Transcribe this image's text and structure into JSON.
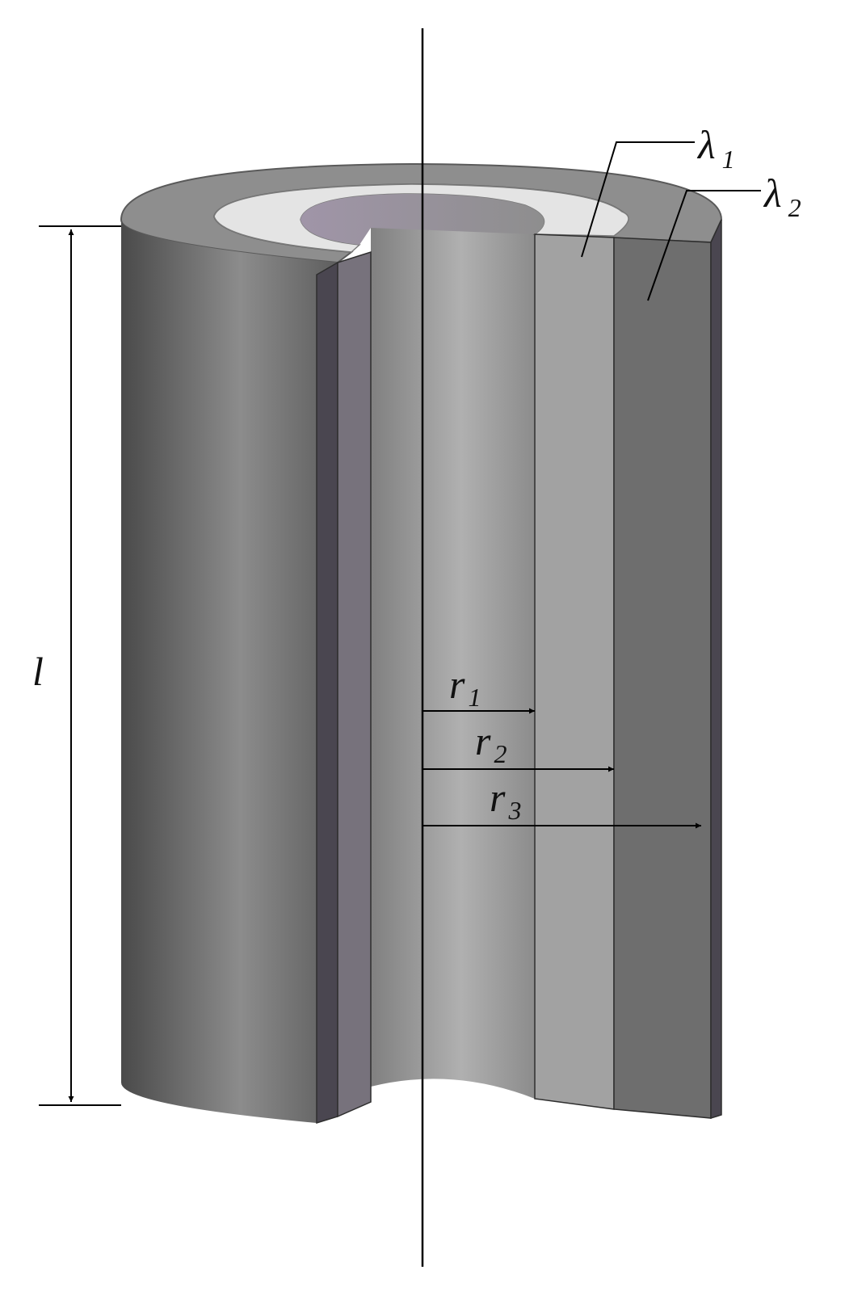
{
  "labels": {
    "length": "l",
    "radius_1": {
      "base": "r",
      "sub": "1"
    },
    "radius_2": {
      "base": "r",
      "sub": "2"
    },
    "radius_3": {
      "base": "r",
      "sub": "3"
    },
    "conductivity_1": {
      "base": "λ",
      "sub": "1"
    },
    "conductivity_2": {
      "base": "λ",
      "sub": "2"
    }
  },
  "colors": {
    "inner_bore": "#9a9a9a",
    "layer_1": "#a2a2a2",
    "layer_2": "#6e6e6e",
    "outer_shell": "#5a5a5a",
    "top_face": "#8d8d8d",
    "top_ring_light": "#e6e6e6",
    "edge_dark": "#4a4650"
  }
}
